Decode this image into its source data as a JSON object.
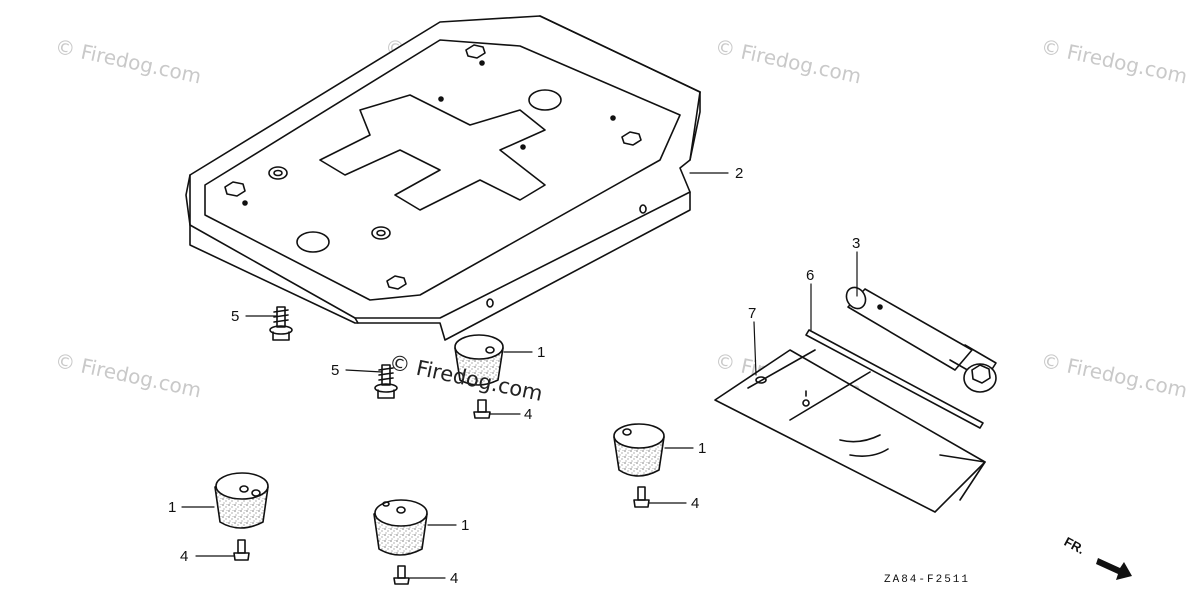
{
  "watermark": {
    "text": "© Firedog.com",
    "center_text": "© Firedog.com",
    "color": "#c9c9c9"
  },
  "diagram_code": "ZA84-F2511",
  "direction_label": "FR.",
  "callouts": [
    {
      "id": "c1a",
      "label": "1"
    },
    {
      "id": "c1b",
      "label": "1"
    },
    {
      "id": "c1c",
      "label": "1"
    },
    {
      "id": "c1d",
      "label": "1"
    },
    {
      "id": "c2",
      "label": "2"
    },
    {
      "id": "c3",
      "label": "3"
    },
    {
      "id": "c4a",
      "label": "4"
    },
    {
      "id": "c4b",
      "label": "4"
    },
    {
      "id": "c4c",
      "label": "4"
    },
    {
      "id": "c4d",
      "label": "4"
    },
    {
      "id": "c5a",
      "label": "5"
    },
    {
      "id": "c5b",
      "label": "5"
    },
    {
      "id": "c6",
      "label": "6"
    },
    {
      "id": "c7",
      "label": "7"
    }
  ]
}
